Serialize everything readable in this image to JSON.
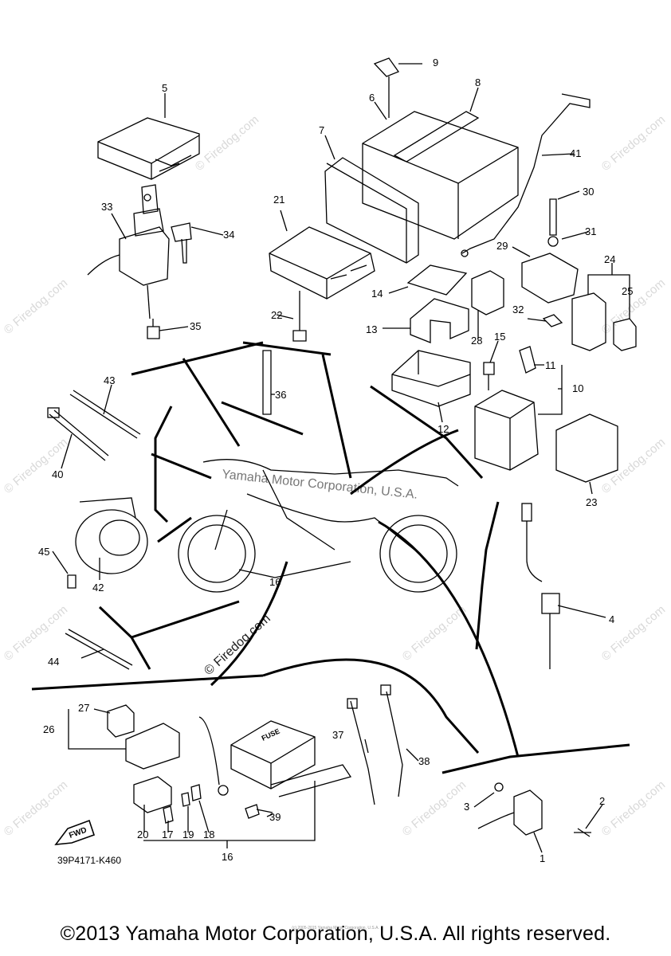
{
  "diagram": {
    "doc_code": "39P4171-K460",
    "copyright": "©2013 Yamaha Motor Corporation, U.S.A. All rights reserved.",
    "small_copyright": "(c) 2005-2015 Yamaha Motor Corporation, U.S.A.",
    "fwd_label": "FWD",
    "fuse_label": "FUSE",
    "center_watermark": "Yamaha Motor Corporation, U.S.A.",
    "watermark": "© Firedog.com",
    "callouts": [
      "1",
      "2",
      "3",
      "4",
      "5",
      "6",
      "7",
      "8",
      "9",
      "10",
      "11",
      "12",
      "13",
      "14",
      "15",
      "16",
      "16",
      "17",
      "18",
      "19",
      "20",
      "21",
      "22",
      "23",
      "24",
      "25",
      "26",
      "27",
      "28",
      "29",
      "30",
      "31",
      "32",
      "33",
      "34",
      "35",
      "36",
      "37",
      "38",
      "39",
      "40",
      "41",
      "42",
      "43",
      "44",
      "45"
    ]
  }
}
